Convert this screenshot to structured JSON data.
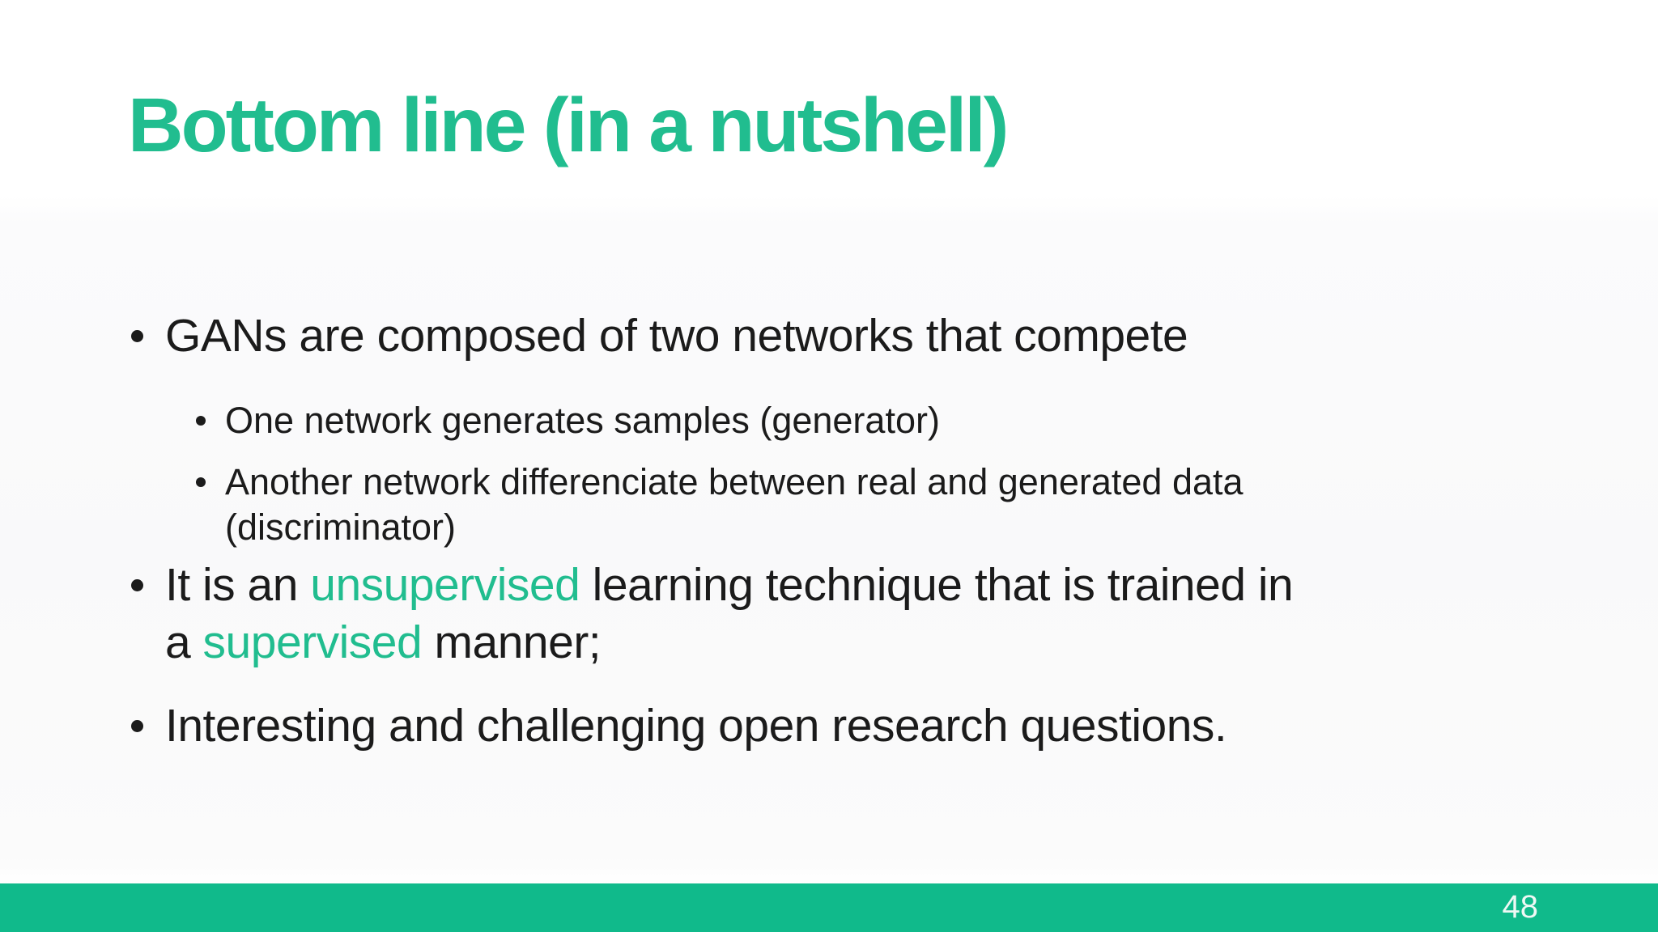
{
  "slide": {
    "title": "Bottom line (in a nutshell)",
    "colors": {
      "accent_green": "#21bd8f",
      "footer_bar_green": "#10ba8b",
      "body_text": "#1b1b1b",
      "page_number_text": "#eef8f4"
    },
    "bullets": [
      {
        "level": 1,
        "spacing": "",
        "segments": [
          {
            "t": "GANs are composed of two networks that compete",
            "accent": false
          }
        ]
      },
      {
        "level": 2,
        "spacing": "m-sub-first",
        "segments": [
          {
            "t": "One network generates samples (generator)",
            "accent": false
          }
        ]
      },
      {
        "level": 2,
        "spacing": "m-sub-next",
        "segments": [
          {
            "t": "Another network differenciate between real and generated data\n(discriminator)",
            "accent": false
          }
        ]
      },
      {
        "level": 1,
        "spacing": "m-after-subs",
        "segments": [
          {
            "t": "It is an ",
            "accent": false
          },
          {
            "t": "unsupervised",
            "accent": true
          },
          {
            "t": " learning technique that is trained in\na ",
            "accent": false
          },
          {
            "t": "supervised",
            "accent": true
          },
          {
            "t": " manner;",
            "accent": false
          }
        ]
      },
      {
        "level": 1,
        "spacing": "m-bullet",
        "segments": [
          {
            "t": "Interesting and challenging open research questions.",
            "accent": false
          }
        ]
      }
    ],
    "footer": {
      "page_number": "48"
    }
  }
}
